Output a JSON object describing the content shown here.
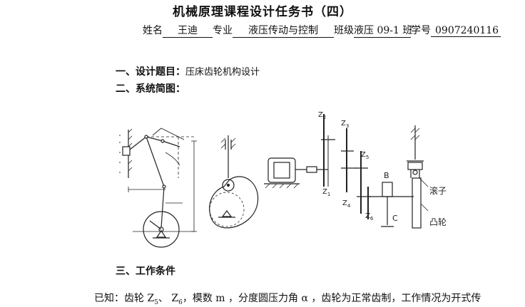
{
  "title": "机械原理课程设计任务书（四）",
  "student": {
    "name_label": "姓名",
    "name": "王迪",
    "major_label": "专业",
    "major": "液压传动与控制",
    "class_label": "班级",
    "class": "液压 09-1 班",
    "id_label": "学号",
    "id": "0907240116"
  },
  "section1": {
    "label": "一、设计题目：",
    "text": "压床齿轮机构设计"
  },
  "section2": {
    "label": "二、系统简图："
  },
  "section3": {
    "label": "三、工作条件"
  },
  "known": {
    "prefix": "已知：齿轮 Z",
    "sub5": "5",
    "sep": "、 Z",
    "sub6": "6",
    "rest": "，模数 m ，分度圆压力角 α ，齿轮为正常齿制，工作情况为开式传"
  },
  "diagram": {
    "gears": {
      "z2": "Z",
      "z2s": "2",
      "z3": "Z",
      "z3s": "3",
      "z5": "Z",
      "z5s": "5",
      "z1": "Z",
      "z1s": "1",
      "z4": "Z",
      "z4s": "4",
      "z6": "Z",
      "z6s": "6"
    },
    "point_b": "B",
    "point_c": "C",
    "roller": "滚子",
    "cam": "凸轮"
  }
}
